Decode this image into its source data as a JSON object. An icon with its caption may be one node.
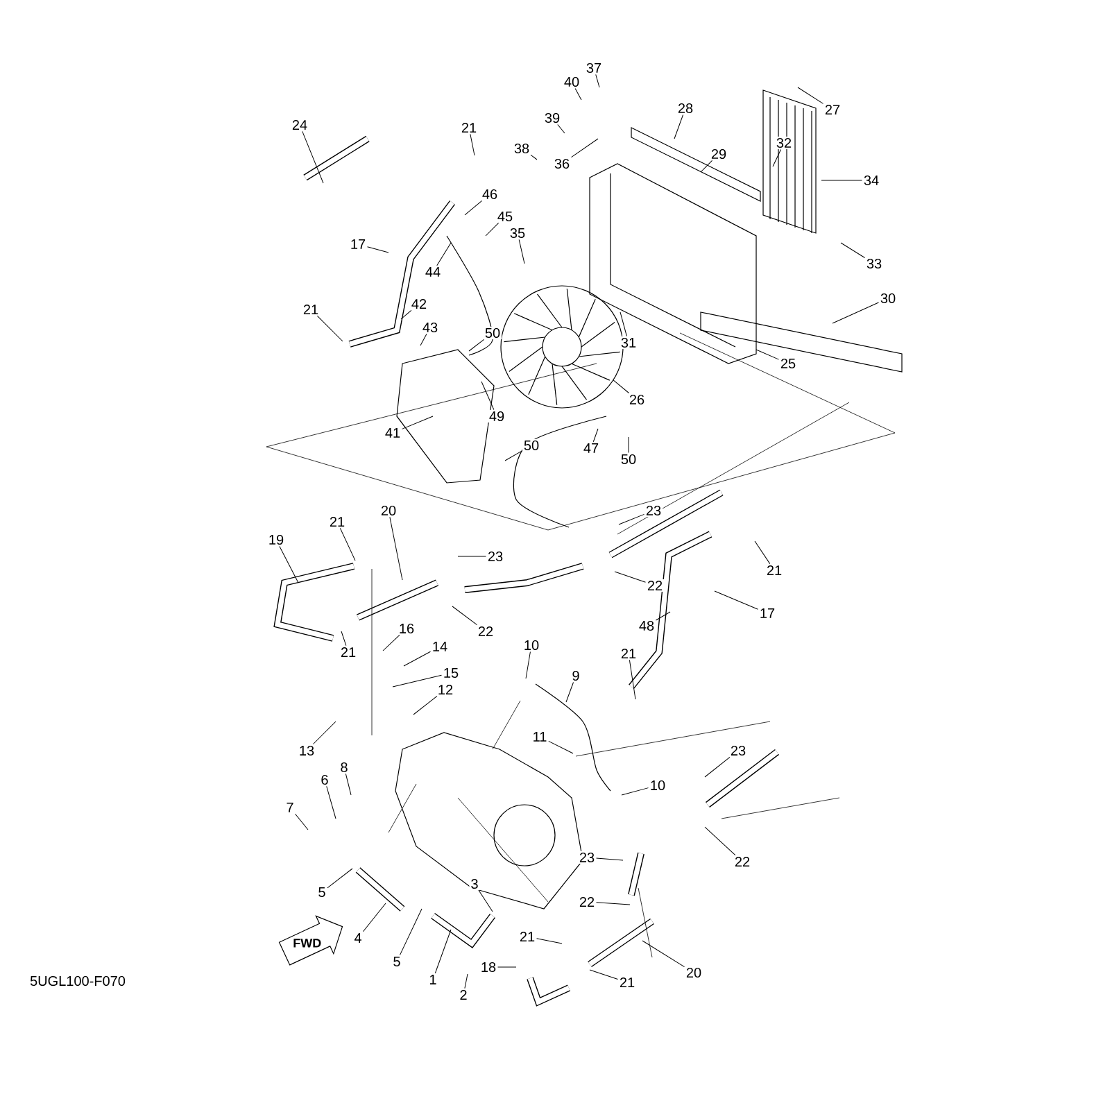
{
  "diagram": {
    "nodes": [
      {
        "text": [
          "37"
        ]
      },
      {
        "text": [
          "40"
        ]
      },
      {
        "text": [
          "39"
        ]
      },
      {
        "text": [
          "28"
        ]
      },
      {
        "text": [
          "27"
        ]
      },
      {
        "text": [
          "24"
        ]
      },
      {
        "text": [
          "21"
        ]
      },
      {
        "text": [
          "38"
        ]
      },
      {
        "text": [
          "29"
        ]
      },
      {
        "text": [
          "32"
        ]
      },
      {
        "text": [
          "36"
        ]
      },
      {
        "text": [
          "34"
        ]
      },
      {
        "text": [
          "46"
        ]
      },
      {
        "text": [
          "45"
        ]
      },
      {
        "text": [
          "35"
        ]
      },
      {
        "text": [
          "17"
        ]
      },
      {
        "text": [
          "44"
        ]
      },
      {
        "text": [
          "33"
        ]
      },
      {
        "text": [
          "30"
        ]
      },
      {
        "text": [
          "42"
        ]
      },
      {
        "text": [
          "21"
        ]
      },
      {
        "text": [
          "43"
        ]
      },
      {
        "text": [
          "50"
        ]
      },
      {
        "text": [
          "31"
        ]
      },
      {
        "text": [
          "25"
        ]
      },
      {
        "text": [
          "26"
        ]
      },
      {
        "text": [
          "49"
        ]
      },
      {
        "text": [
          "41"
        ]
      },
      {
        "text": [
          "50"
        ]
      },
      {
        "text": [
          "47"
        ]
      },
      {
        "text": [
          "50"
        ]
      },
      {
        "text": [
          "20"
        ]
      },
      {
        "text": [
          "23"
        ]
      },
      {
        "text": [
          "21"
        ]
      },
      {
        "text": [
          "19"
        ]
      },
      {
        "text": [
          "23"
        ]
      },
      {
        "text": [
          "21"
        ]
      },
      {
        "text": [
          "22"
        ]
      },
      {
        "text": [
          "17"
        ]
      },
      {
        "text": [
          "48"
        ]
      },
      {
        "text": [
          "22"
        ]
      },
      {
        "text": [
          "16"
        ]
      },
      {
        "text": [
          "10"
        ]
      },
      {
        "text": [
          "14"
        ]
      },
      {
        "text": [
          "21"
        ]
      },
      {
        "text": [
          "21"
        ]
      },
      {
        "text": [
          "15"
        ]
      },
      {
        "text": [
          "9"
        ]
      },
      {
        "text": [
          "12"
        ]
      },
      {
        "text": [
          "11"
        ]
      },
      {
        "text": [
          "13"
        ]
      },
      {
        "text": [
          "23"
        ]
      },
      {
        "text": [
          "8"
        ]
      },
      {
        "text": [
          "6"
        ]
      },
      {
        "text": [
          "10"
        ]
      },
      {
        "text": [
          "7"
        ]
      },
      {
        "text": [
          "23"
        ]
      },
      {
        "text": [
          "22"
        ]
      },
      {
        "text": [
          "3"
        ]
      },
      {
        "text": [
          "5"
        ]
      },
      {
        "text": [
          "22"
        ]
      },
      {
        "text": [
          "4"
        ]
      },
      {
        "text": [
          "21"
        ]
      },
      {
        "text": [
          "5"
        ]
      },
      {
        "text": [
          "18"
        ]
      },
      {
        "text": [
          "20"
        ]
      },
      {
        "text": [
          "1"
        ]
      },
      {
        "text": [
          "21"
        ]
      },
      {
        "text": [
          "2"
        ]
      }
    ],
    "edges": [
      {
        "from": 0,
        "to": null,
        "arrow": "none"
      },
      {
        "from": 1,
        "to": null,
        "arrow": "none"
      },
      {
        "from": 2,
        "to": null,
        "arrow": "none"
      },
      {
        "from": 3,
        "to": null,
        "arrow": "none"
      },
      {
        "from": 4,
        "to": null,
        "arrow": "none"
      },
      {
        "from": 5,
        "to": null,
        "arrow": "none"
      },
      {
        "from": 6,
        "to": null,
        "arrow": "none"
      },
      {
        "from": 7,
        "to": null,
        "arrow": "none"
      },
      {
        "from": 8,
        "to": null,
        "arrow": "none"
      },
      {
        "from": 9,
        "to": null,
        "arrow": "none"
      },
      {
        "from": 10,
        "to": null,
        "arrow": "none"
      },
      {
        "from": 11,
        "to": null,
        "arrow": "none"
      },
      {
        "from": 12,
        "to": null,
        "arrow": "none"
      },
      {
        "from": 13,
        "to": null,
        "arrow": "none"
      },
      {
        "from": 14,
        "to": null,
        "arrow": "none"
      },
      {
        "from": 15,
        "to": null,
        "arrow": "none"
      },
      {
        "from": 16,
        "to": null,
        "arrow": "none"
      },
      {
        "from": 17,
        "to": null,
        "arrow": "none"
      },
      {
        "from": 18,
        "to": null,
        "arrow": "none"
      },
      {
        "from": 19,
        "to": null,
        "arrow": "none"
      },
      {
        "from": 20,
        "to": null,
        "arrow": "none"
      },
      {
        "from": 21,
        "to": null,
        "arrow": "none"
      },
      {
        "from": 22,
        "to": null,
        "arrow": "none"
      },
      {
        "from": 23,
        "to": null,
        "arrow": "none"
      },
      {
        "from": 24,
        "to": null,
        "arrow": "none"
      },
      {
        "from": 25,
        "to": null,
        "arrow": "none"
      },
      {
        "from": 26,
        "to": null,
        "arrow": "none"
      },
      {
        "from": 27,
        "to": null,
        "arrow": "none"
      },
      {
        "from": 28,
        "to": null,
        "arrow": "none"
      },
      {
        "from": 29,
        "to": null,
        "arrow": "none"
      },
      {
        "from": 30,
        "to": null,
        "arrow": "none"
      },
      {
        "from": 31,
        "to": null,
        "arrow": "none"
      },
      {
        "from": 32,
        "to": null,
        "arrow": "none"
      },
      {
        "from": 33,
        "to": null,
        "arrow": "none"
      },
      {
        "from": 34,
        "to": null,
        "arrow": "none"
      },
      {
        "from": 35,
        "to": null,
        "arrow": "none"
      },
      {
        "from": 36,
        "to": null,
        "arrow": "none"
      },
      {
        "from": 37,
        "to": null,
        "arrow": "none"
      },
      {
        "from": 38,
        "to": null,
        "arrow": "none"
      },
      {
        "from": 39,
        "to": null,
        "arrow": "none"
      },
      {
        "from": 40,
        "to": null,
        "arrow": "none"
      },
      {
        "from": 41,
        "to": null,
        "arrow": "none"
      },
      {
        "from": 42,
        "to": null,
        "arrow": "none"
      },
      {
        "from": 43,
        "to": null,
        "arrow": "none"
      },
      {
        "from": 44,
        "to": null,
        "arrow": "none"
      },
      {
        "from": 45,
        "to": null,
        "arrow": "none"
      },
      {
        "from": 46,
        "to": null,
        "arrow": "none"
      },
      {
        "from": 47,
        "to": null,
        "arrow": "none"
      },
      {
        "from": 48,
        "to": null,
        "arrow": "none"
      },
      {
        "from": 49,
        "to": null,
        "arrow": "none"
      },
      {
        "from": 50,
        "to": null,
        "arrow": "none"
      },
      {
        "from": 51,
        "to": null,
        "arrow": "none"
      },
      {
        "from": 52,
        "to": null,
        "arrow": "none"
      },
      {
        "from": 53,
        "to": null,
        "arrow": "none"
      },
      {
        "from": 54,
        "to": null,
        "arrow": "none"
      },
      {
        "from": 55,
        "to": null,
        "arrow": "none"
      },
      {
        "from": 56,
        "to": null,
        "arrow": "none"
      },
      {
        "from": 57,
        "to": null,
        "arrow": "none"
      },
      {
        "from": 58,
        "to": null,
        "arrow": "none"
      },
      {
        "from": 59,
        "to": null,
        "arrow": "none"
      },
      {
        "from": 60,
        "to": null,
        "arrow": "none"
      },
      {
        "from": 61,
        "to": null,
        "arrow": "none"
      },
      {
        "from": 62,
        "to": null,
        "arrow": "none"
      },
      {
        "from": 63,
        "to": null,
        "arrow": "none"
      },
      {
        "from": 64,
        "to": null,
        "arrow": "none"
      },
      {
        "from": 65,
        "to": null,
        "arrow": "none"
      },
      {
        "from": 66,
        "to": null,
        "arrow": "none"
      },
      {
        "from": 67,
        "to": null,
        "arrow": "none"
      },
      {
        "from": 68,
        "to": null,
        "arrow": "none"
      }
    ],
    "labels": [
      "FWD",
      "5UGL100-F070"
    ]
  }
}
